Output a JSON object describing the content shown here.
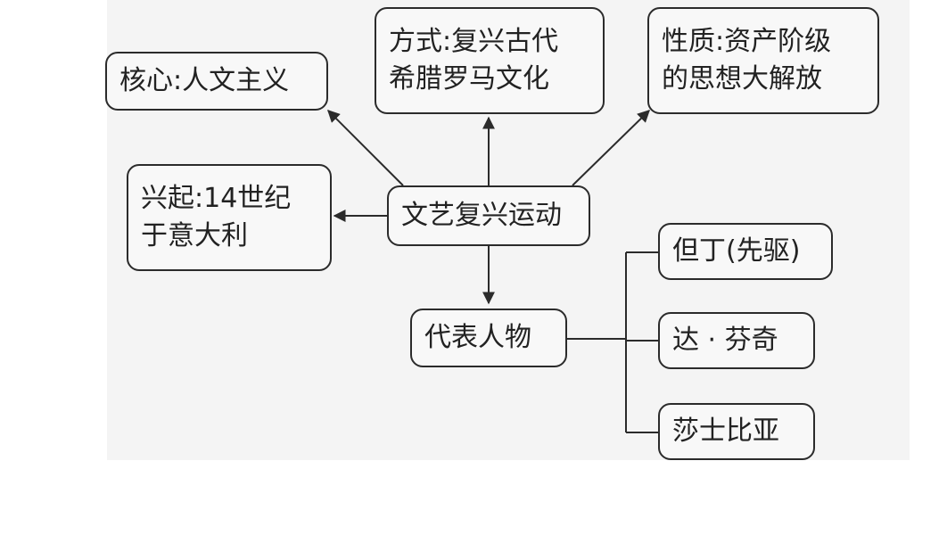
{
  "nodes": {
    "center": "文艺复兴运动",
    "core": "核心:人文主义",
    "method": [
      "方式:复兴古代",
      "希腊罗马文化"
    ],
    "nature": [
      "性质:资产阶级",
      "的思想大解放"
    ],
    "rise": [
      "兴起:14世纪",
      "于意大利"
    ],
    "representatives": "代表人物",
    "people": [
      "但丁(先驱)",
      "达 · 芬奇",
      "莎士比亚"
    ]
  },
  "colors": {
    "line": "#2b2b2b",
    "box_fill": "#f8f8f8",
    "panel": "#f4f4f4"
  }
}
